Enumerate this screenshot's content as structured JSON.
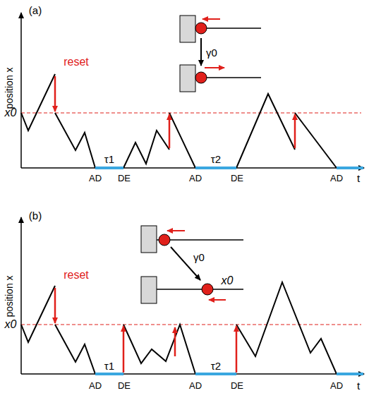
{
  "diagram": {
    "labels": [
      "(a)",
      "position x",
      "x0",
      "reset",
      "γ0",
      "τ1",
      "AD",
      "DE",
      "τ2",
      "AD",
      "DE",
      "AD",
      "t",
      "(b)",
      "position x",
      "x0",
      "reset",
      "γ0",
      "x0",
      "τ1",
      "AD",
      "DE",
      "τ2",
      "AD",
      "DE",
      "AD",
      "t"
    ]
  }
}
